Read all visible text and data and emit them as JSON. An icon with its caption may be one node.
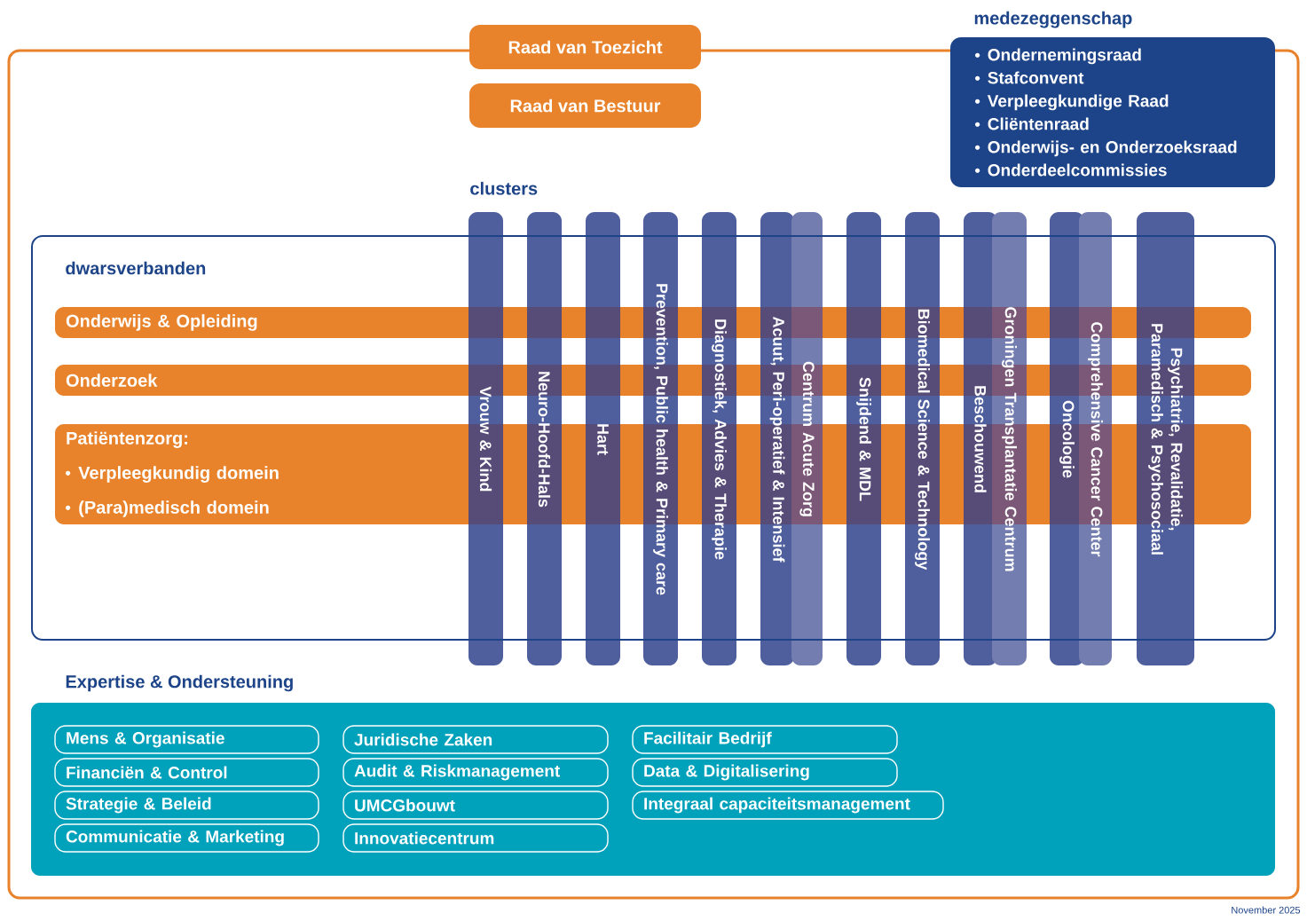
{
  "diagram": {
    "nodes": [
      {
        "text": [
          "Raad van Toezicht"
        ]
      },
      {
        "text": [
          "Raad van Bestuur"
        ]
      },
      {
        "text": [
          "medezeggenschap",
          "Ondernemingsraad",
          "Stafconvent",
          "Verpleegkundige Raad",
          "Cliëntenraad",
          "Onderwijs- en Onderzoeksraad",
          "Onderdeelcommissies"
        ]
      },
      {
        "text": [
          "dwarsverbanden"
        ]
      },
      {
        "text": [
          "Onderwijs & Opleiding"
        ],
        "in": 3
      },
      {
        "text": [
          "Onderzoek"
        ],
        "in": 3
      },
      {
        "text": [
          "Patiëntenzorg:",
          "Verpleegkundig domein",
          "(Para)medisch domein"
        ],
        "in": 3
      },
      {
        "text": [
          "Vrouw & Kind"
        ]
      },
      {
        "text": [
          "Neuro-Hoofd-Hals"
        ]
      },
      {
        "text": [
          "Hart"
        ]
      },
      {
        "text": [
          "Prevention, Public health & Primary care"
        ]
      },
      {
        "text": [
          "Diagnostiek, Advies & Therapie"
        ]
      },
      {
        "text": [
          "Acuut, Peri-operatief & Intensief"
        ]
      },
      {
        "text": [
          "Centrum Acute Zorg"
        ]
      },
      {
        "text": [
          "Snijdend & MDL"
        ]
      },
      {
        "text": [
          "Biomedical Science & Technology"
        ]
      },
      {
        "text": [
          "Beschouwend"
        ]
      },
      {
        "text": [
          "Groningen Transplantatie Centrum"
        ]
      },
      {
        "text": [
          "Oncologie"
        ]
      },
      {
        "text": [
          "Comprehensive Cancer Center"
        ]
      },
      {
        "text": [
          "Psychiatrie, Revalidatie, Paramedisch & Psychosociaal"
        ]
      },
      {
        "text": [
          "Expertise & Ondersteuning"
        ]
      },
      {
        "text": [
          "Mens & Organisatie"
        ],
        "in": 21
      },
      {
        "text": [
          "Juridische Zaken"
        ],
        "in": 21
      },
      {
        "text": [
          "Facilitair Bedrijf"
        ],
        "in": 21
      },
      {
        "text": [
          "Financiën & Control"
        ],
        "in": 21
      },
      {
        "text": [
          "Audit & Riskmanagement"
        ],
        "in": 21
      },
      {
        "text": [
          "Data & Digitalisering"
        ],
        "in": 21
      },
      {
        "text": [
          "Strategie & Beleid"
        ],
        "in": 21
      },
      {
        "text": [
          "UMCGbouwt"
        ],
        "in": 21
      },
      {
        "text": [
          "Integraal capaciteitsmanagement"
        ],
        "in": 21
      },
      {
        "text": [
          "Communicatie & Marketing"
        ],
        "in": 21
      },
      {
        "text": [
          "Innovatiecentrum"
        ],
        "in": 21
      }
    ],
    "edges": [],
    "labels": [
      "clusters",
      "November 2025"
    ]
  }
}
